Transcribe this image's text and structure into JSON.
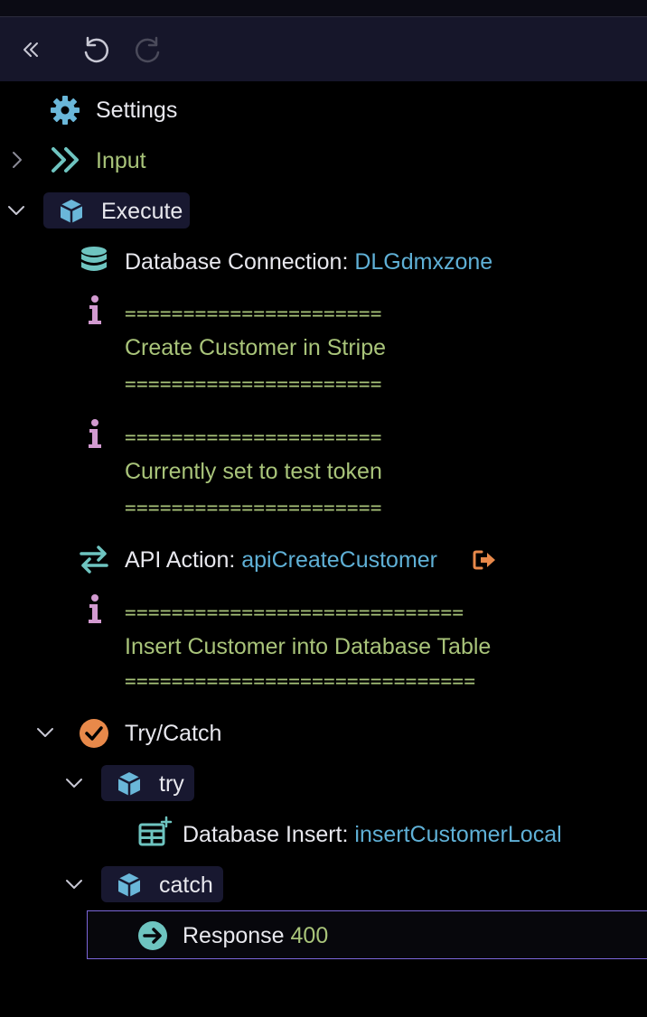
{
  "toolbar": {
    "collapse_icon": "double-chevron-left-icon",
    "undo_icon": "undo-icon",
    "redo_icon": "redo-icon"
  },
  "tree": {
    "settings": {
      "label": "Settings",
      "icon": "gear-icon"
    },
    "input": {
      "label": "Input",
      "icon": "double-chevron-right-icon"
    },
    "execute": {
      "label": "Execute",
      "icon": "cube-icon"
    },
    "db_connection": {
      "label": "Database Connection: ",
      "value": "DLGdmxzone",
      "icon": "database-icon"
    },
    "comment1": {
      "top": "======================",
      "text": "Create Customer in Stripe",
      "bottom": "======================",
      "icon": "info-icon"
    },
    "comment2": {
      "top": "======================",
      "text": "Currently set to test token",
      "bottom": "======================",
      "icon": "info-icon"
    },
    "api_action": {
      "label": "API Action: ",
      "value": "apiCreateCustomer",
      "icon": "arrows-exchange-icon",
      "link_icon": "external-link-icon"
    },
    "comment3": {
      "top": "=============================",
      "text": "Insert Customer into Database Table",
      "bottom": "==============================",
      "icon": "info-icon"
    },
    "try_catch": {
      "label": "Try/Catch",
      "icon": "check-circle-icon"
    },
    "try": {
      "label": "try",
      "icon": "cube-icon"
    },
    "db_insert": {
      "label": "Database Insert: ",
      "value": "insertCustomerLocal",
      "icon": "table-add-icon"
    },
    "catch": {
      "label": "catch",
      "icon": "cube-icon"
    },
    "response": {
      "label": "Response ",
      "value": "400",
      "icon": "arrow-circle-right-icon"
    }
  },
  "colors": {
    "accent_blue": "#5fb0d6",
    "comment_green": "#a9c47a",
    "orange": "#e8894a",
    "pink": "#d29ad0",
    "teal": "#6ec4c0",
    "selection_border": "#7b66d9"
  }
}
